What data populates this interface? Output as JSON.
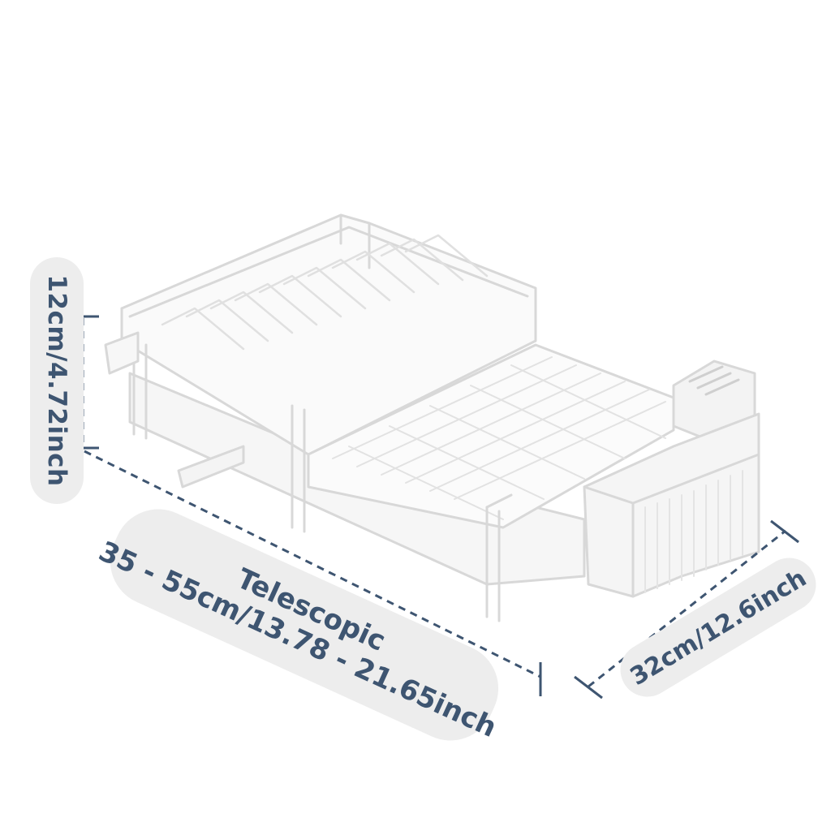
{
  "product": {
    "name": "dish-drying-rack",
    "color": "#f4f4f4",
    "outline": "#d9d9d9"
  },
  "dimensions": {
    "height_label": "12cm/4.72inch",
    "length_title": "Telescopic",
    "length_label": "35 - 55cm/13.78 - 21.65inch",
    "width_label": "32cm/12.6inch"
  },
  "style": {
    "label_color": "#3e5571",
    "pill_background": "#ededed",
    "dim_line_color": "#3e5571"
  }
}
